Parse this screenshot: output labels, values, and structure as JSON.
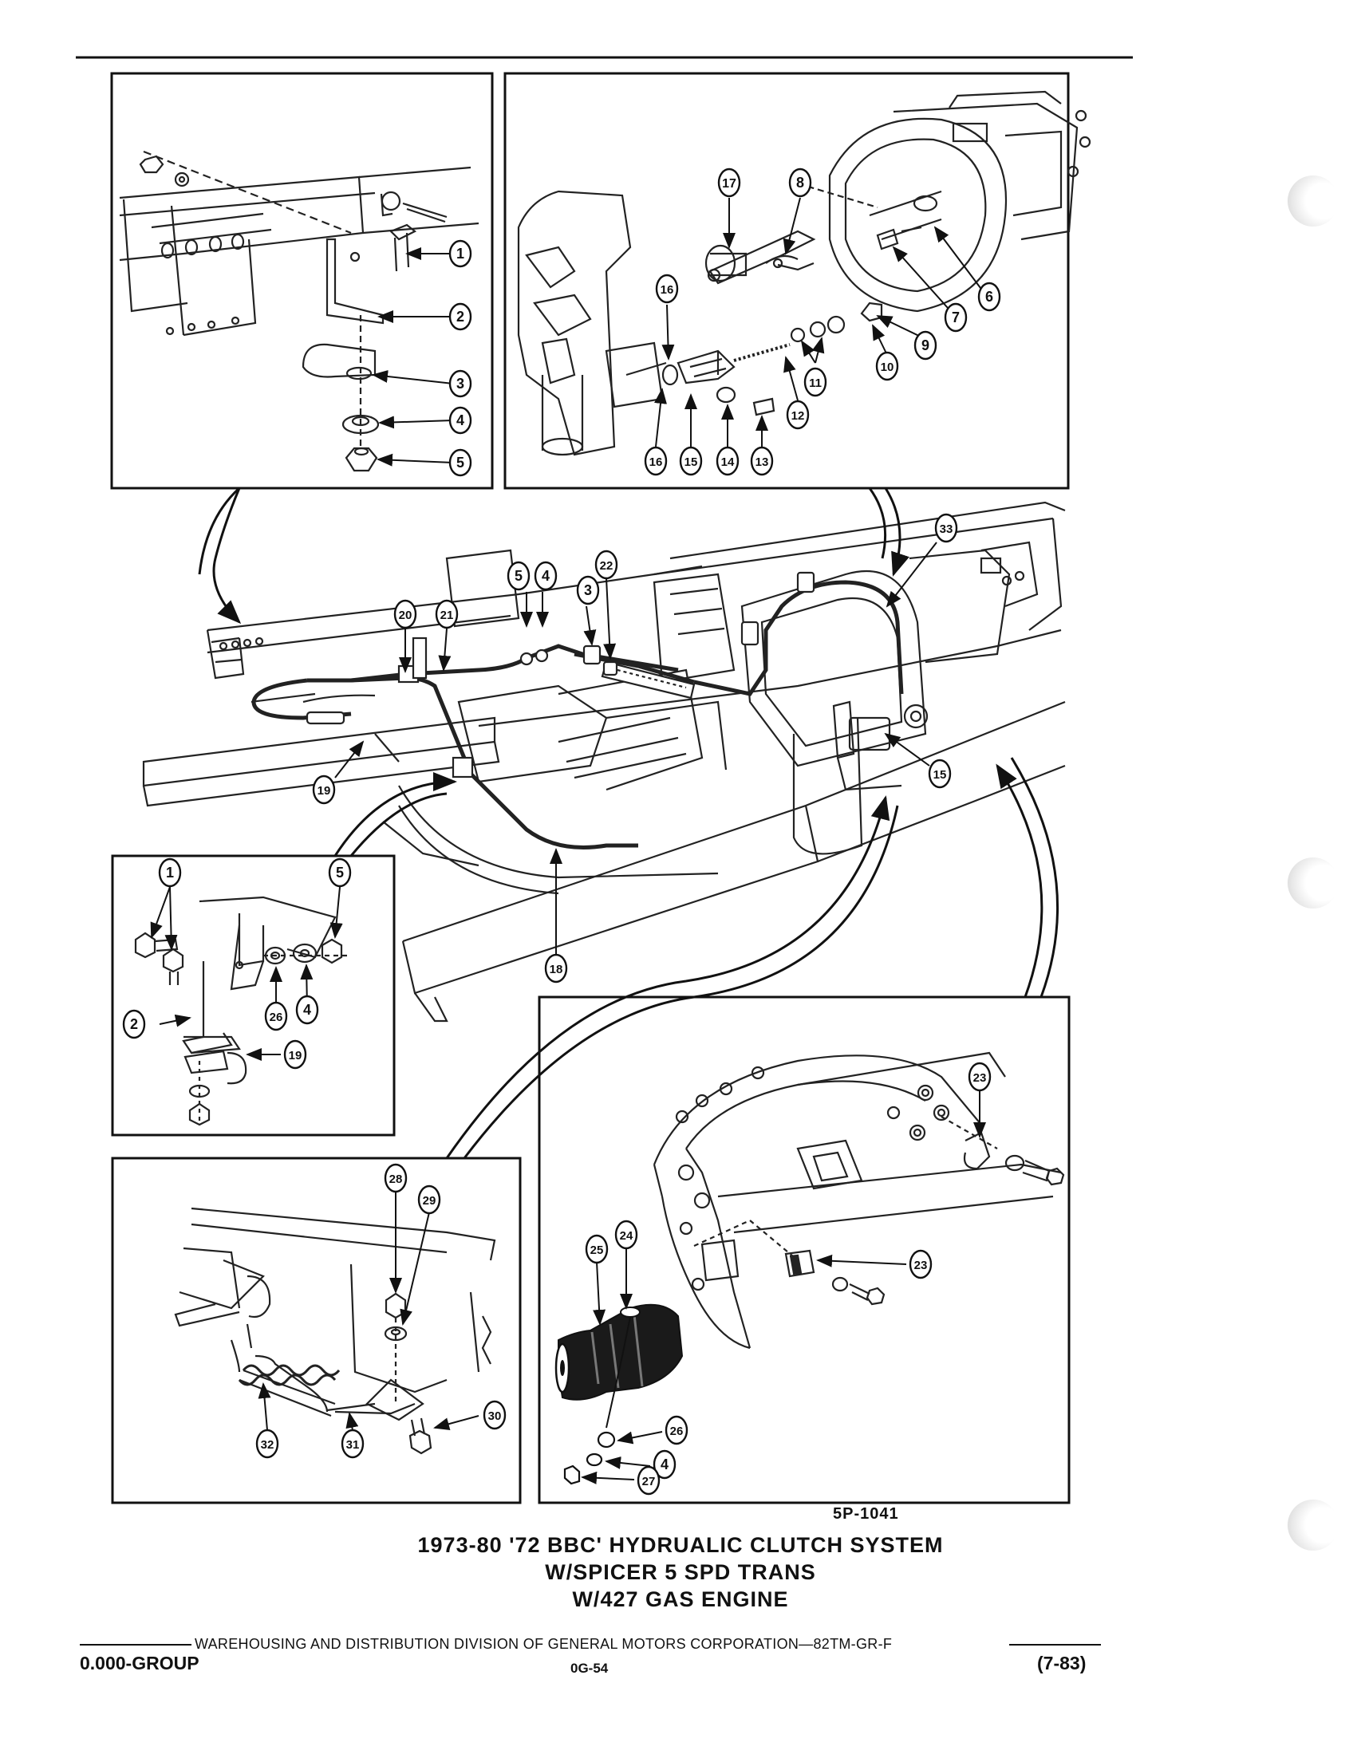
{
  "figure_number": "5P-1041",
  "caption": {
    "line1": "1973-80 '72 BBC' HYDRUALIC CLUTCH SYSTEM",
    "line2": "W/SPICER 5 SPD TRANS",
    "line3": "W/427 GAS ENGINE"
  },
  "footer": {
    "division": "WAREHOUSING AND DISTRIBUTION  DIVISION OF GENERAL MOTORS CORPORATION—82TM-GR-F",
    "group": "0.000-GROUP",
    "page": "0G-54",
    "date": "(7-83)"
  },
  "callouts": {
    "panel_top_left": [
      "1",
      "2",
      "3",
      "4",
      "5"
    ],
    "panel_top_right": [
      "17",
      "8",
      "6",
      "7",
      "9",
      "10",
      "11",
      "12",
      "16",
      "16",
      "15",
      "14",
      "13"
    ],
    "main": [
      "33",
      "5",
      "4",
      "3",
      "22",
      "20",
      "21",
      "19",
      "18",
      "15"
    ],
    "panel_mid_left": [
      "1",
      "5",
      "2",
      "26",
      "4",
      "19"
    ],
    "panel_bottom_left": [
      "28",
      "29",
      "32",
      "31",
      "30"
    ],
    "panel_bottom_right": [
      "23",
      "24",
      "25",
      "23",
      "26",
      "4",
      "27"
    ]
  }
}
